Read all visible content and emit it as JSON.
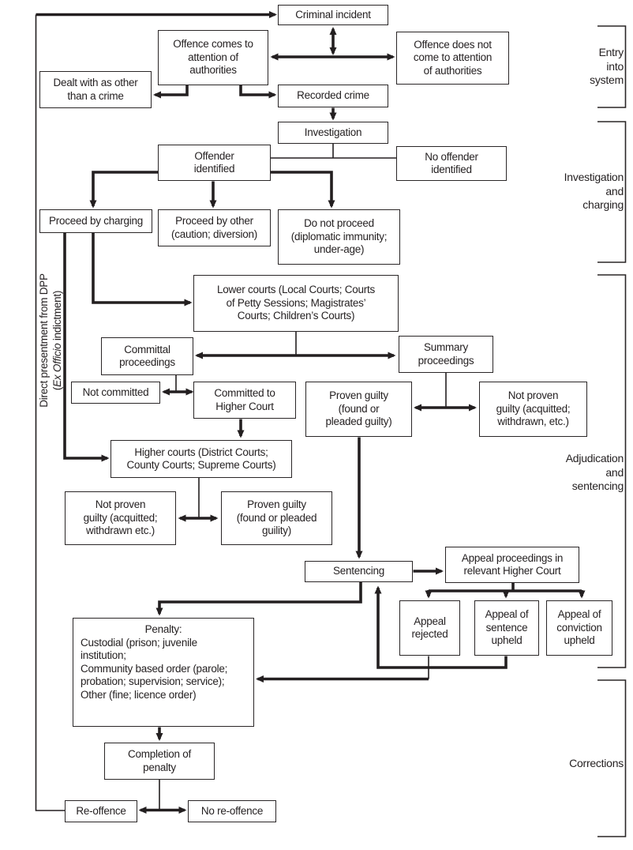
{
  "diagram": {
    "title_hint": "Flow through the criminal justice system",
    "colors": {
      "ink": "#231f20",
      "background": "#ffffff"
    },
    "nodes": {
      "criminal_incident": "Criminal incident",
      "offence_comes": "Offence comes to\nattention of\nauthorities",
      "offence_not_come": "Offence does not\ncome to attention\nof authorities",
      "dealt_with": "Dealt with as other\nthan a crime",
      "recorded_crime": "Recorded crime",
      "investigation": "Investigation",
      "offender_identified": "Offender\nidentified",
      "no_offender": "No offender\nidentified",
      "proceed_charging": "Proceed by charging",
      "proceed_other": "Proceed by other\n(caution; diversion)",
      "do_not_proceed": "Do not proceed\n(diplomatic immunity;\nunder-age)",
      "lower_courts": "Lower courts (Local Courts; Courts\nof Petty Sessions; Magistrates’\nCourts; Children’s Courts)",
      "committal": "Committal\nproceedings",
      "summary": "Summary\nproceedings",
      "not_committed": "Not committed",
      "committed_higher": "Committed to\nHigher Court",
      "proven_summary": "Proven guilty\n(found or\npleaded guilty)",
      "not_proven_summary": "Not proven\nguilty (acquitted;\nwithdrawn, etc.)",
      "higher_courts": "Higher courts (District Courts;\nCounty Courts; Supreme Courts)",
      "not_proven_higher": "Not proven\nguilty (acquitted;\nwithdrawn etc.)",
      "proven_higher": "Proven guilty\n(found or pleaded\nguility)",
      "sentencing": "Sentencing",
      "appeal_proceedings": "Appeal proceedings in\nrelevant Higher Court",
      "appeal_rejected": "Appeal\nrejected",
      "appeal_sentence": "Appeal of\nsentence\nupheld",
      "appeal_conviction": "Appeal of\nconviction\nupheld",
      "completion": "Completion of\npenalty",
      "re_offence": "Re-offence",
      "no_re_offence": "No re-offence"
    },
    "penalty": {
      "title": "Penalty:",
      "body": "Custodial (prison; juvenile\ninstitution;\nCommunity based order (parole;\nprobation; supervision; service);\nOther (fine; licence order)"
    },
    "dpp_label": {
      "line1": "Direct presentment from DPP",
      "line2_open": "(",
      "line2_italic": "Ex Officio",
      "line2_rest": " indictment)"
    },
    "sections": {
      "entry": "Entry\ninto\nsystem",
      "investigation": "Investigation\nand\ncharging",
      "adjudication": "Adjudication\nand\nsentencing",
      "corrections": "Corrections"
    }
  }
}
